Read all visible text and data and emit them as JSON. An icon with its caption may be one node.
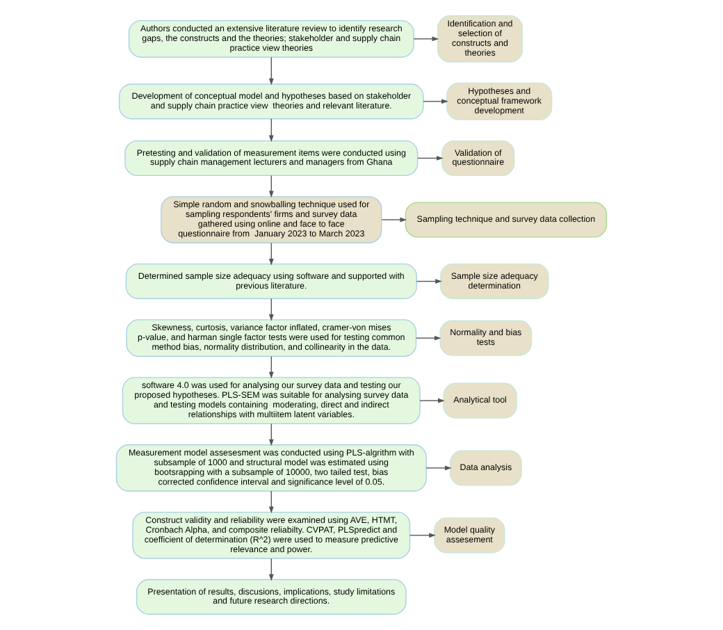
{
  "diagram": {
    "nodes": [
      {
        "text": [
          "Authors conducted an extensive literature review to identify research gaps, the constructs and the theories; stakeholder and supply chain practice view theories"
        ]
      },
      {
        "text": [
          "Identification and selection of constructs and theories"
        ]
      },
      {
        "text": [
          "Development of conceptual model and hypotheses based on stakeholder and supply chain practice view  theories and relevant literature."
        ]
      },
      {
        "text": [
          "Hypotheses and conceptual framework development"
        ]
      },
      {
        "text": [
          "Sampling technique and survey data collection"
        ]
      },
      {
        "text": [
          "Simple random and snowballing technique used for sampling respondents' firms and survey data gathered using online and face to face questionnaire from  January 2023 to March 2023"
        ]
      },
      {
        "text": [
          "Pretesting and validation of measurement items were conducted using  supply chain management lecturers and managers from Ghana"
        ]
      },
      {
        "text": [
          "Validation of questionnaire"
        ]
      },
      {
        "text": [
          "Determined sample size adequacy using software and supported with previous literature."
        ]
      },
      {
        "text": [
          "Sample size adequacy determination"
        ]
      },
      {
        "text": [
          "Skewness, curtosis, variance factor inflated, cramer-von mises p-value, and harman single factor tests were used for testing common method bias, normality distribution, and collinearity in the data."
        ]
      },
      {
        "text": [
          "Normality and bias tests"
        ]
      },
      {
        "text": [
          "software 4.0 was used for analysing our survey data and testing our proposed hypotheses. PLS-SEM was suitable for analysing survey data and testing models containing  moderating, direct and indirect relationships with multiitem latent variables."
        ]
      },
      {
        "text": [
          "Analytical tool"
        ]
      },
      {
        "text": [
          "Measurement model assesesment was conducted using PLS-algrithm with subsample of 1000 and structural model was estimated using bootsrapping with a subsample of 10000, two tailed test, bias corrected confidence interval and significance level of 0.05."
        ]
      },
      {
        "text": [
          "Data analysis"
        ]
      },
      {
        "text": [
          "Construct validity and reliability were examined using AVE, HTMT, Cronbach Alpha, and composite reliabilty. CVPAT, PLSpredict and coefficient of determination (R^2) were used to measure predictive relevance and power."
        ]
      },
      {
        "text": [
          "Model quality assesement"
        ]
      },
      {
        "text": [
          "Presentation of results, discusions, implications, study limitations and future research directions."
        ]
      }
    ],
    "edges": [
      {
        "from": 0,
        "to": 1,
        "arrow": "to"
      },
      {
        "from": 0,
        "to": 2,
        "arrow": "to"
      },
      {
        "from": 2,
        "to": 3,
        "arrow": "to"
      },
      {
        "from": 2,
        "to": 6,
        "arrow": "to"
      },
      {
        "from": 6,
        "to": 7,
        "arrow": "to"
      },
      {
        "from": 5,
        "to": 4,
        "arrow": "to"
      },
      {
        "from": 6,
        "to": 5,
        "arrow": "to"
      },
      {
        "from": 5,
        "to": 8,
        "arrow": "to"
      },
      {
        "from": 8,
        "to": 9,
        "arrow": "to"
      },
      {
        "from": 8,
        "to": 10,
        "arrow": "to"
      },
      {
        "from": 10,
        "to": 11,
        "arrow": "to"
      },
      {
        "from": 10,
        "to": 12,
        "arrow": "to"
      },
      {
        "from": 12,
        "to": 13,
        "arrow": "to"
      },
      {
        "from": 12,
        "to": 14,
        "arrow": "to"
      },
      {
        "from": 14,
        "to": 15,
        "arrow": "to"
      },
      {
        "from": 14,
        "to": 16,
        "arrow": "to"
      },
      {
        "from": 16,
        "to": 17,
        "arrow": "to"
      },
      {
        "from": 16,
        "to": 18,
        "arrow": "to"
      }
    ]
  }
}
